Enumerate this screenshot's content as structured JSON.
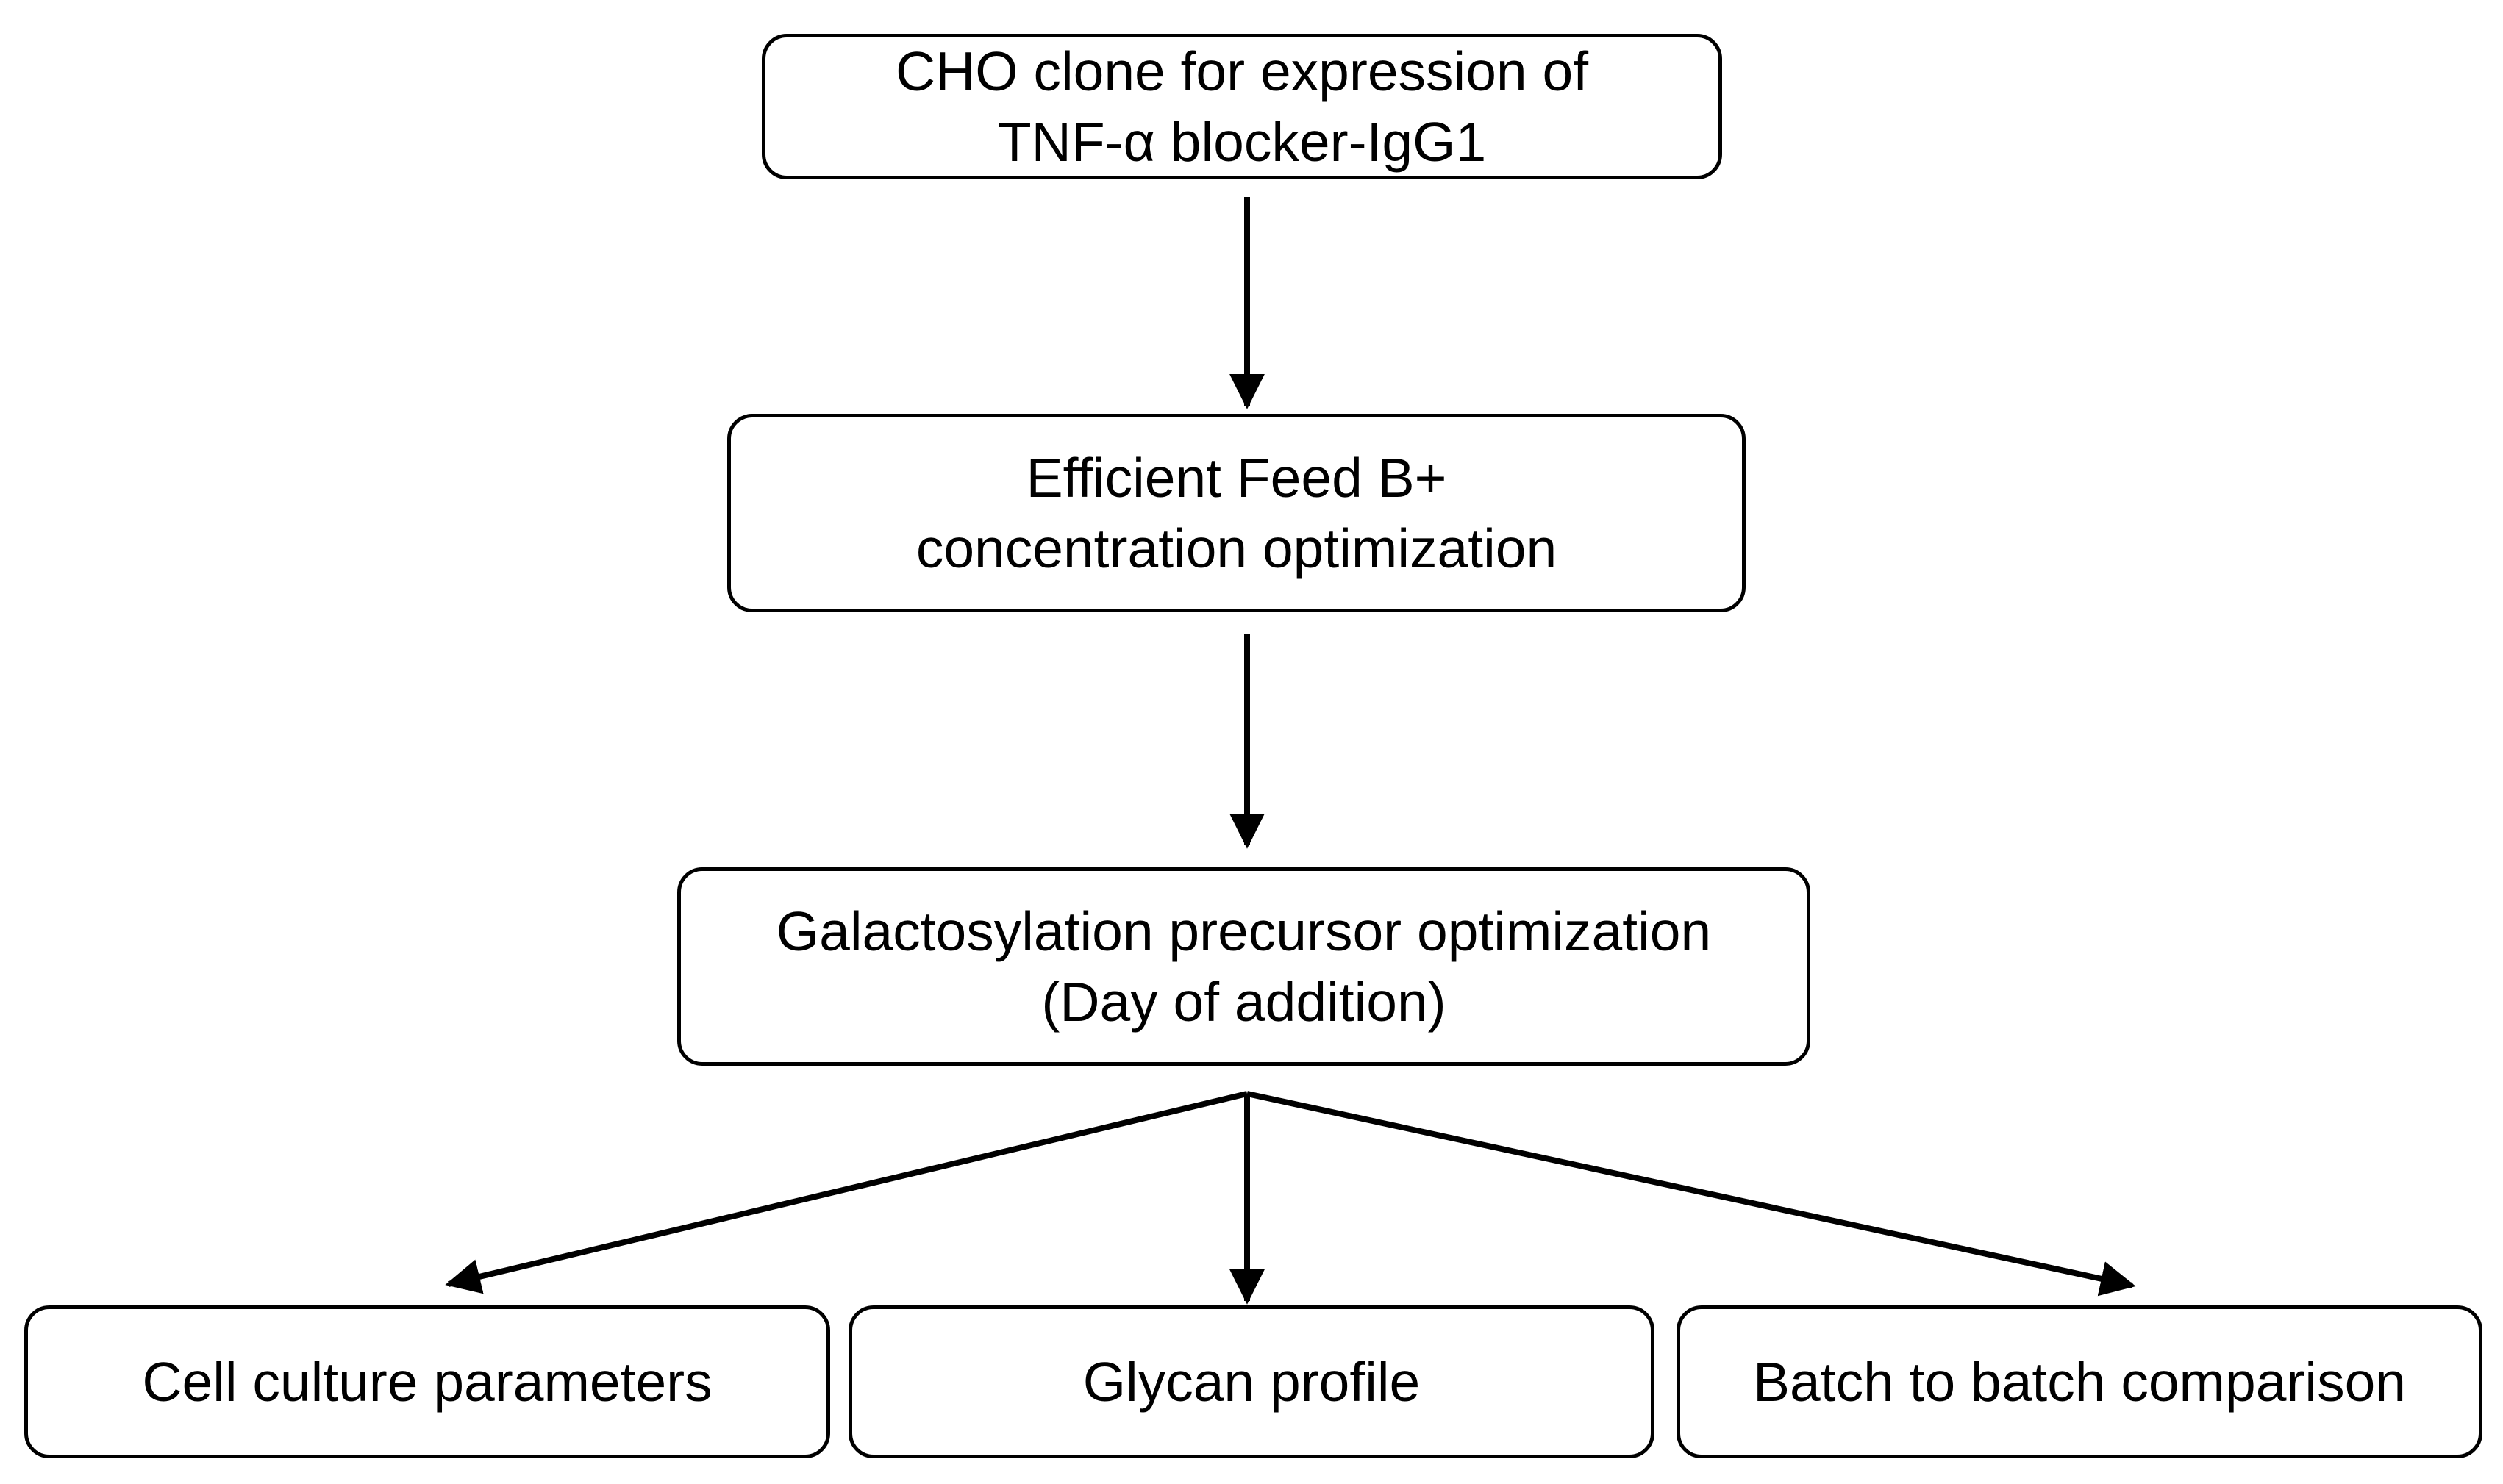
{
  "boxes": {
    "clone": {
      "lines": [
        "CHO clone for expression of",
        "TNF-α blocker-IgG1"
      ]
    },
    "feed": {
      "lines": [
        "Efficient Feed B+",
        "concentration optimization"
      ]
    },
    "galactosylation": {
      "lines": [
        "Galactosylation precursor optimization",
        "(Day of addition)"
      ]
    },
    "cell_culture": {
      "label": "Cell culture parameters"
    },
    "glycan": {
      "label": "Glycan profile"
    },
    "batch": {
      "label": "Batch to batch comparison"
    }
  },
  "colors": {
    "stroke": "#000000",
    "background": "#ffffff"
  }
}
